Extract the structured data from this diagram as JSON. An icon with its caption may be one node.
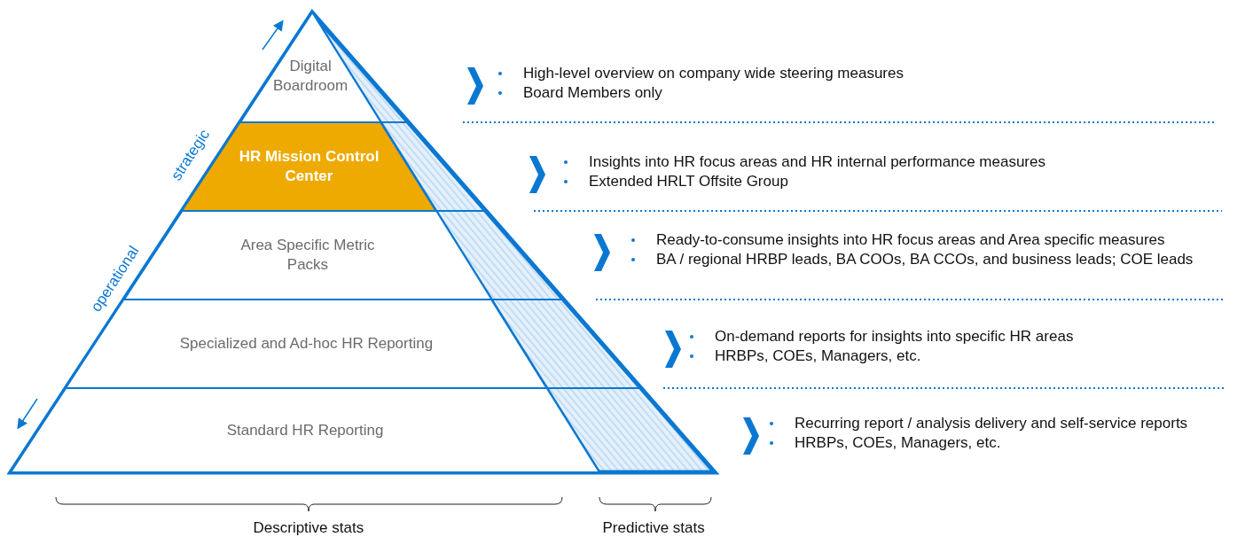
{
  "diagram": {
    "nodes": [
      {
        "text": [
          "Digital Boardroom"
        ],
        "beside": [
          "High-level overview on company wide steering measures",
          "Board Members only"
        ]
      },
      {
        "text": [
          "HR Mission Control Center"
        ],
        "beside": [
          "Insights into HR focus areas and HR internal performance measures",
          "Extended HRLT Offsite Group"
        ]
      },
      {
        "text": [
          "Area Specific Metric Packs"
        ],
        "beside": [
          "Ready-to-consume insights into HR focus areas and Area specific measures",
          "BA / regional HRBP leads, BA COOs, BA CCOs, and business leads; COE leads"
        ]
      },
      {
        "text": [
          "Specialized and Ad-hoc HR Reporting"
        ],
        "beside": [
          "On-demand reports for insights into specific HR areas",
          "HRBPs, COEs, Managers, etc."
        ]
      },
      {
        "text": [
          "Standard HR Reporting"
        ],
        "beside": [
          "Recurring report / analysis delivery and self-service reports",
          "HRBPs, COEs, Managers, etc."
        ]
      }
    ],
    "labels": [
      "strategic",
      "operational",
      "Descriptive stats",
      "Predictive stats"
    ]
  }
}
